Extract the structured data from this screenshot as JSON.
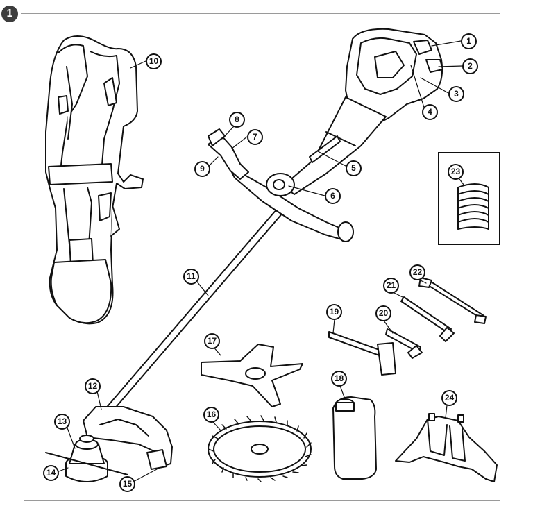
{
  "figure": {
    "number": "1"
  },
  "callouts": [
    "1",
    "2",
    "3",
    "4",
    "5",
    "6",
    "7",
    "8",
    "9",
    "10",
    "11",
    "12",
    "13",
    "14",
    "15",
    "16",
    "17",
    "18",
    "19",
    "20",
    "21",
    "22",
    "23",
    "24"
  ]
}
